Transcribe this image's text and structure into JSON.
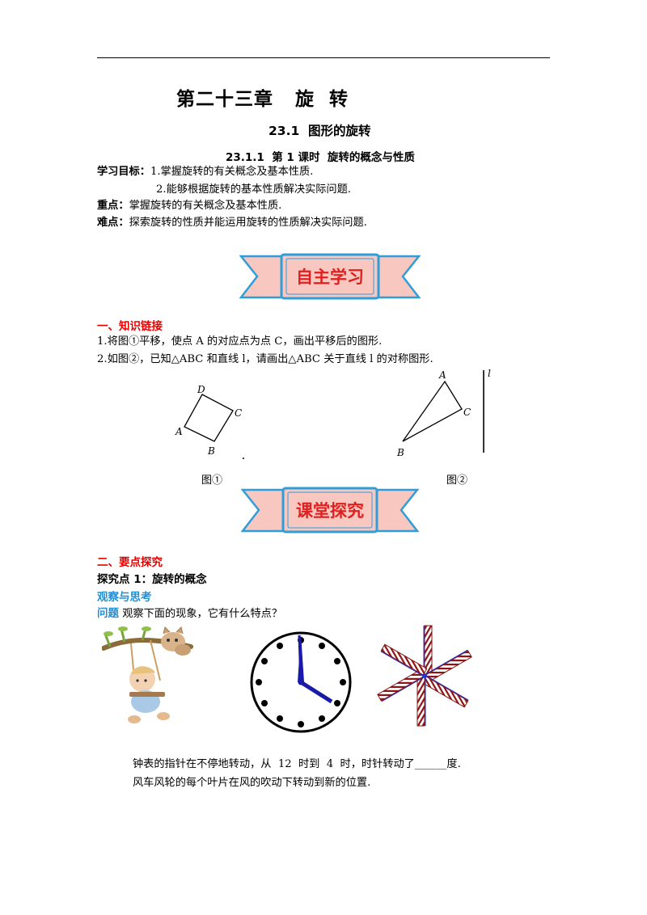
{
  "chapter_title": "第二十三章   旋  转",
  "section_title": "23.1  图形的旋转",
  "lesson_title": "23.1.1  第 1 课时  旋转的概念与性质",
  "objectives": {
    "label": "学习目标：",
    "item1": "1.掌握旋转的有关概念及基本性质.",
    "item2": "2.能够根据旋转的基本性质解决实际问题."
  },
  "key_point": {
    "label": "重点：",
    "text": "掌握旋转的有关概念及基本性质."
  },
  "difficult_point": {
    "label": "难点：",
    "text": "探索旋转的性质并能运用旋转的性质解决实际问题."
  },
  "banner1": "自主学习",
  "part1": {
    "heading": "一、知识链接",
    "q1": "1.将图①平移，使点 A 的对应点为点 C，画出平移后的图形.",
    "q2": "2.如图②，已知△ABC 和直线 l，请画出△ABC 关于直线 l 的对称图形.",
    "fig1": {
      "caption": "图①",
      "A": "A",
      "B": "B",
      "C": "C",
      "D": "D"
    },
    "fig2": {
      "caption": "图②",
      "A": "A",
      "B": "B",
      "C": "C",
      "l": "l"
    }
  },
  "banner2": "课堂探究",
  "part2": {
    "heading": "二、要点探究",
    "explore": "探究点 1：旋转的概念",
    "observe": "观察与思考",
    "question_label": "问题",
    "question": " 观察下面的现象，它有什么特点？",
    "clock_text": "钟表的指针在不停地转动，从  12  时到  4  时，时针转动了______度.",
    "windmill_text": "风车风轮的每个叶片在风的吹动下转动到新的位置."
  },
  "colors": {
    "banner_fill": "#f8c7c0",
    "banner_border": "#2f9ed8",
    "banner_text": "#e02020",
    "accent_red": "#e60000",
    "accent_blue": "#1f8fd6",
    "windmill_blue": "#2233cc",
    "windmill_red": "#8b1515"
  }
}
